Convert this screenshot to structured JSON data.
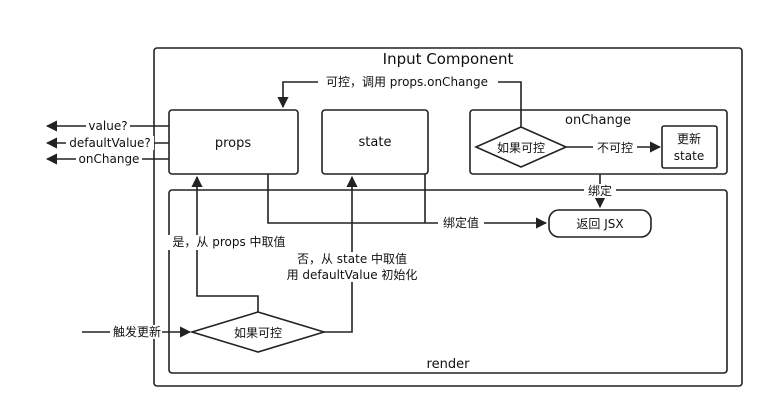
{
  "component": {
    "title": "Input Component"
  },
  "nodes": {
    "props": "props",
    "state": "state",
    "onchange_title": "onChange",
    "decision_onchange": "如果可控",
    "update_state_line1": "更新",
    "update_state_line2": "state",
    "return_jsx": "返回 JSX",
    "render_title": "render",
    "decision_render": "如果可控"
  },
  "labels": {
    "controlled_call": "可控，调用 props.onChange",
    "not_controlled": "不可控",
    "bind": "绑定",
    "bind_value": "绑定值",
    "yes_from_props": "是，从 props 中取值",
    "no_from_state_line1": "否，从 state 中取值",
    "no_from_state_line2": "用 defaultValue 初始化",
    "trigger_update": "触发更新"
  },
  "outputs": [
    "value?",
    "defaultValue?",
    "onChange"
  ]
}
